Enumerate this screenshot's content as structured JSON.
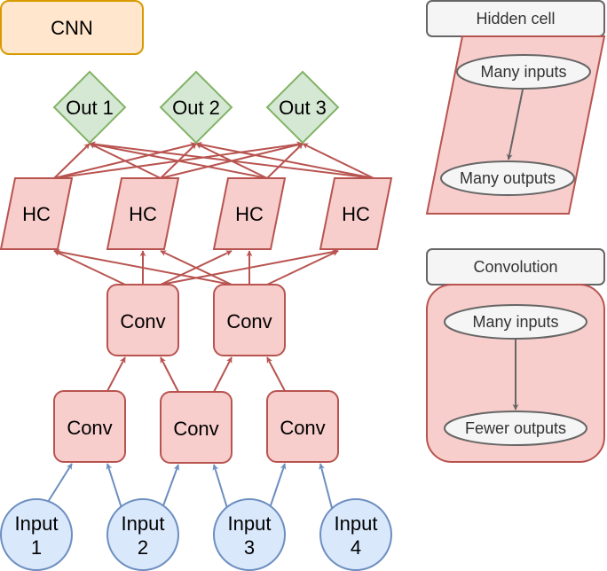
{
  "title": "CNN",
  "outputs": [
    "Out 1",
    "Out 2",
    "Out 3"
  ],
  "hidden_cells": [
    "HC",
    "HC",
    "HC",
    "HC"
  ],
  "conv_top": [
    "Conv",
    "Conv"
  ],
  "conv_bottom": [
    "Conv",
    "Conv",
    "Conv"
  ],
  "inputs": [
    {
      "line1": "Input",
      "line2": "1"
    },
    {
      "line1": "Input",
      "line2": "2"
    },
    {
      "line1": "Input",
      "line2": "3"
    },
    {
      "line1": "Input",
      "line2": "4"
    }
  ],
  "legend": {
    "hidden_cell": {
      "title": "Hidden cell",
      "from": "Many inputs",
      "to": "Many outputs"
    },
    "convolution": {
      "title": "Convolution",
      "from": "Many inputs",
      "to": "Fewer outputs"
    }
  },
  "colors": {
    "title_fill": "#ffe6cc",
    "title_stroke": "#d79b00",
    "out_fill": "#d5e8d4",
    "out_stroke": "#82b366",
    "red_fill": "#f8cecc",
    "red_stroke": "#b85450",
    "input_fill": "#dae8fc",
    "input_stroke": "#6c8ebf",
    "gray_fill": "#f5f5f5",
    "gray_stroke": "#666666"
  },
  "edges": {
    "input_to_conv": [
      [
        0,
        0
      ],
      [
        1,
        0
      ],
      [
        1,
        1
      ],
      [
        2,
        1
      ],
      [
        2,
        2
      ],
      [
        3,
        2
      ]
    ],
    "conv_to_conv": [
      [
        0,
        0
      ],
      [
        1,
        0
      ],
      [
        1,
        1
      ],
      [
        2,
        1
      ]
    ],
    "conv_to_hc": [
      [
        0,
        0
      ],
      [
        0,
        1
      ],
      [
        0,
        2
      ],
      [
        0,
        3
      ],
      [
        1,
        0
      ],
      [
        1,
        1
      ],
      [
        1,
        2
      ],
      [
        1,
        3
      ]
    ],
    "hc_to_out": [
      [
        0,
        0
      ],
      [
        0,
        1
      ],
      [
        0,
        2
      ],
      [
        1,
        0
      ],
      [
        1,
        1
      ],
      [
        1,
        2
      ],
      [
        2,
        0
      ],
      [
        2,
        1
      ],
      [
        2,
        2
      ],
      [
        3,
        0
      ],
      [
        3,
        1
      ],
      [
        3,
        2
      ]
    ]
  }
}
